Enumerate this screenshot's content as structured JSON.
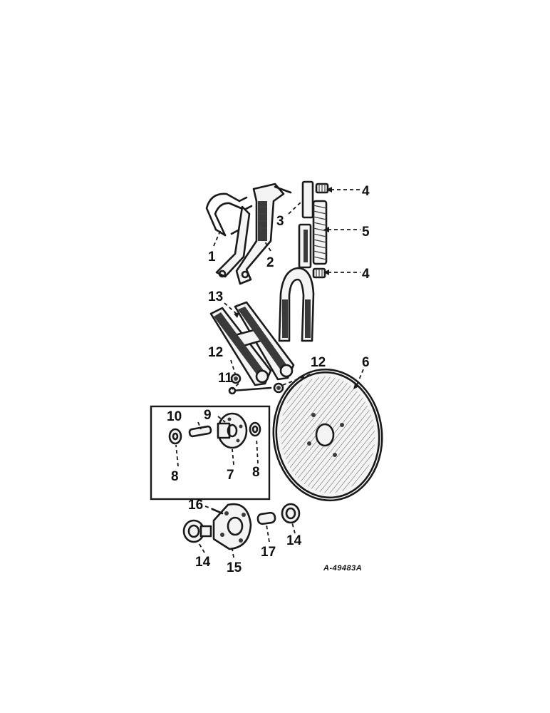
{
  "callouts": {
    "c1": "1",
    "c2": "2",
    "c3": "3",
    "c4a": "4",
    "c4b": "4",
    "c5": "5",
    "c6": "6",
    "c7": "7",
    "c8a": "8",
    "c8b": "8",
    "c9": "9",
    "c10": "10",
    "c11": "11",
    "c12a": "12",
    "c12b": "12",
    "c13": "13",
    "c14a": "14",
    "c14b": "14",
    "c15": "15",
    "c16": "16",
    "c17": "17"
  },
  "drawing_number": "A-49483A"
}
